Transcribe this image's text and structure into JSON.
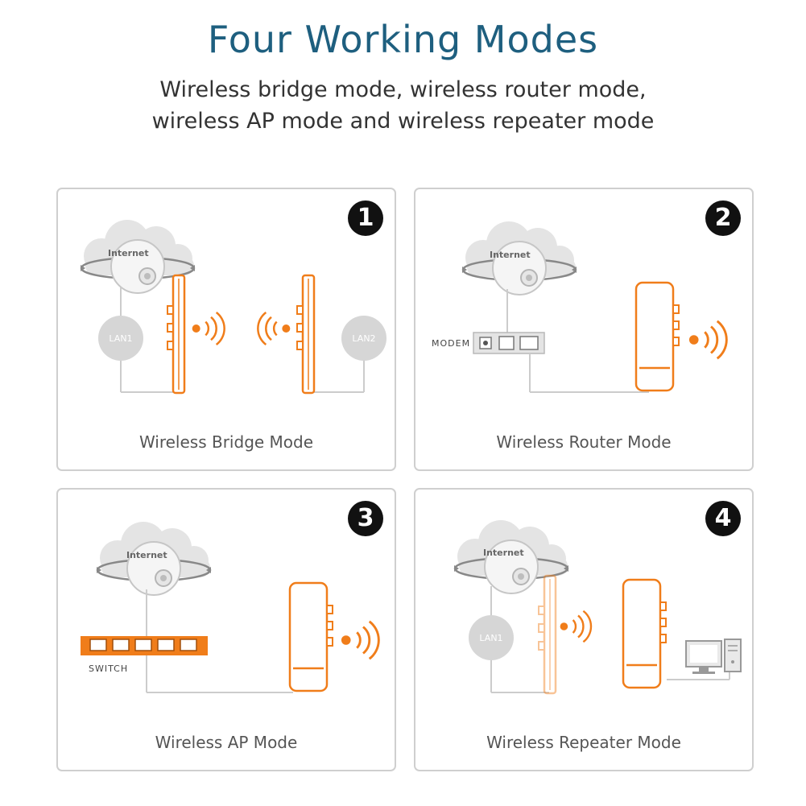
{
  "header": {
    "title": "Four Working Modes",
    "subtitle_line1": "Wireless bridge mode, wireless router mode,",
    "subtitle_line2": "wireless AP mode and wireless repeater mode"
  },
  "colors": {
    "accent_orange": "#f07d1a",
    "title_blue": "#1e5f7f",
    "line_gray": "#cfcfcf"
  },
  "panels": [
    {
      "number": "1",
      "caption": "Wireless Bridge Mode",
      "internet_label": "Internet",
      "lan_left": "LAN1",
      "lan_right": "LAN2"
    },
    {
      "number": "2",
      "caption": "Wireless Router Mode",
      "internet_label": "Internet",
      "device_label": "MODEM"
    },
    {
      "number": "3",
      "caption": "Wireless AP Mode",
      "internet_label": "Internet",
      "device_label": "SWITCH"
    },
    {
      "number": "4",
      "caption": "Wireless Repeater Mode",
      "internet_label": "Internet",
      "lan_left": "LAN1"
    }
  ],
  "icons": [
    "cloud-icon",
    "internet-globe-icon",
    "antenna-icon",
    "wifi-signal-icon",
    "modem-icon",
    "switch-icon",
    "computer-icon"
  ]
}
